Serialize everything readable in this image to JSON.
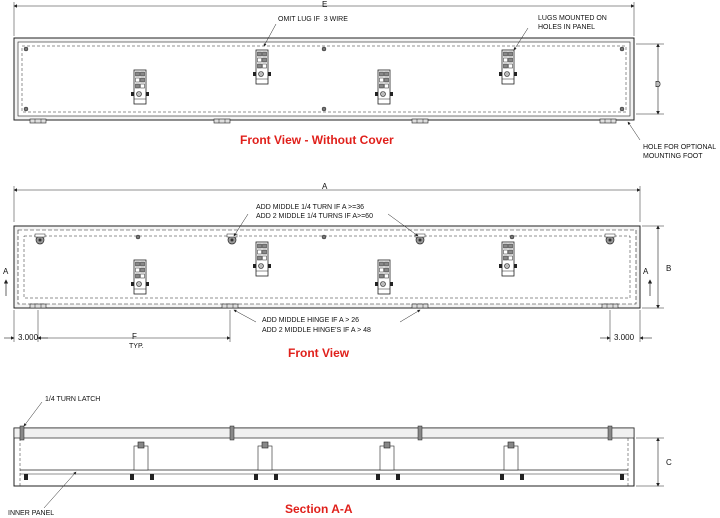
{
  "titles": {
    "front_without_cover": "Front View - Without Cover",
    "front": "Front View",
    "section": "Section A-A"
  },
  "dimensions": {
    "e": "E",
    "d": "D",
    "a": "A",
    "b": "B",
    "c": "C",
    "f": "F",
    "typ": "TYP.",
    "offset_left": "3.000",
    "offset_right": "3.000",
    "section_mark_left": "A",
    "section_mark_right": "A"
  },
  "notes": {
    "omit_lug_1": "OMIT LUG IF  3 WIRE",
    "lugs_1": "LUGS MOUNTED ON",
    "lugs_2": "HOLES IN PANEL",
    "hole_1": "HOLE FOR OPTIONAL",
    "hole_2": "MOUNTING FOOT",
    "turn_1": "ADD MIDDLE 1/4 TURN IF A >=36",
    "turn_2": "ADD 2 MIDDLE 1/4 TURNS IF A>=60",
    "hinge_1": "ADD MIDDLE HINGE IF A > 26",
    "hinge_2": "ADD 2 MIDDLE HINGE'S IF A > 48",
    "latch": "1/4 TURN LATCH",
    "inner_panel": "INNER PANEL"
  },
  "colors": {
    "title": "#e0201b",
    "line": "#222222",
    "frame_fill": "#f4f4f4"
  }
}
